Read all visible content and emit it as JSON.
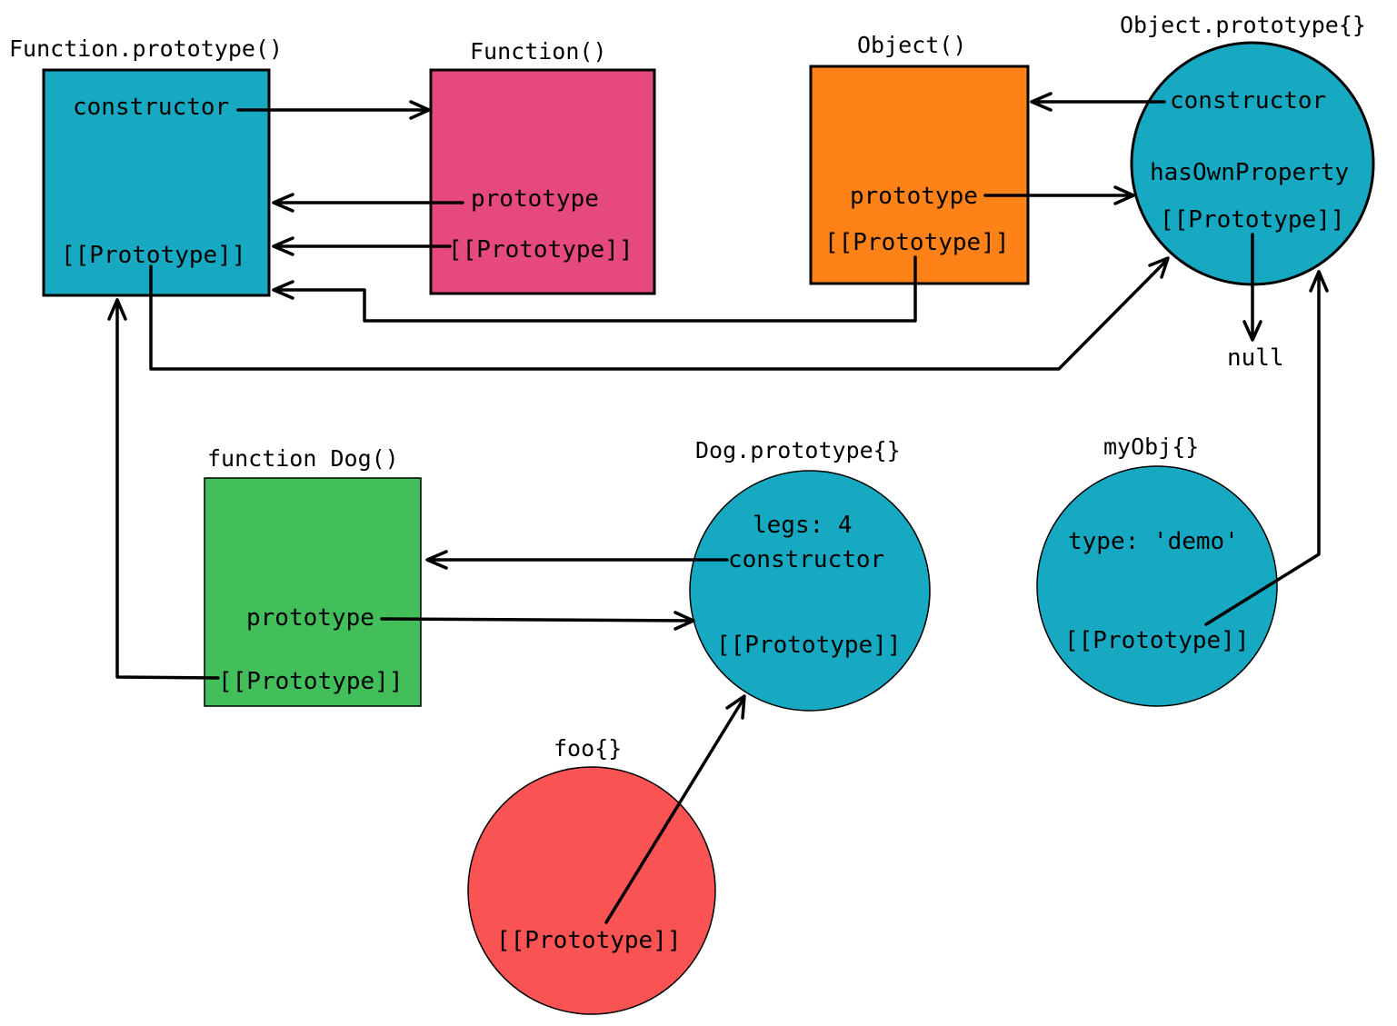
{
  "colors": {
    "teal": "#16a9c1",
    "pink": "#e54980",
    "orange": "#fe8217",
    "green": "#42bf5a",
    "red": "#f95353",
    "line": "#000000"
  },
  "nodes": {
    "function_prototype": {
      "title": "Function.prototype()",
      "constructor": "constructor",
      "proto": "[[Prototype]]"
    },
    "function_ctor": {
      "title": "Function()",
      "prototype": "prototype",
      "proto": "[[Prototype]]"
    },
    "object_ctor": {
      "title": "Object()",
      "prototype": "prototype",
      "proto": "[[Prototype]]"
    },
    "object_prototype": {
      "title": "Object.prototype{}",
      "constructor": "constructor",
      "method": "hasOwnProperty",
      "proto": "[[Prototype]]"
    },
    "null_label": "null",
    "dog_ctor": {
      "title": "function Dog()",
      "prototype": "prototype",
      "proto": "[[Prototype]]"
    },
    "dog_prototype": {
      "title": "Dog.prototype{}",
      "legs": "legs: 4",
      "constructor": "constructor",
      "proto": "[[Prototype]]"
    },
    "my_obj": {
      "title": "myObj{}",
      "type": "type: 'demo'",
      "proto": "[[Prototype]]"
    },
    "foo": {
      "title": "foo{}",
      "proto": "[[Prototype]]"
    }
  }
}
